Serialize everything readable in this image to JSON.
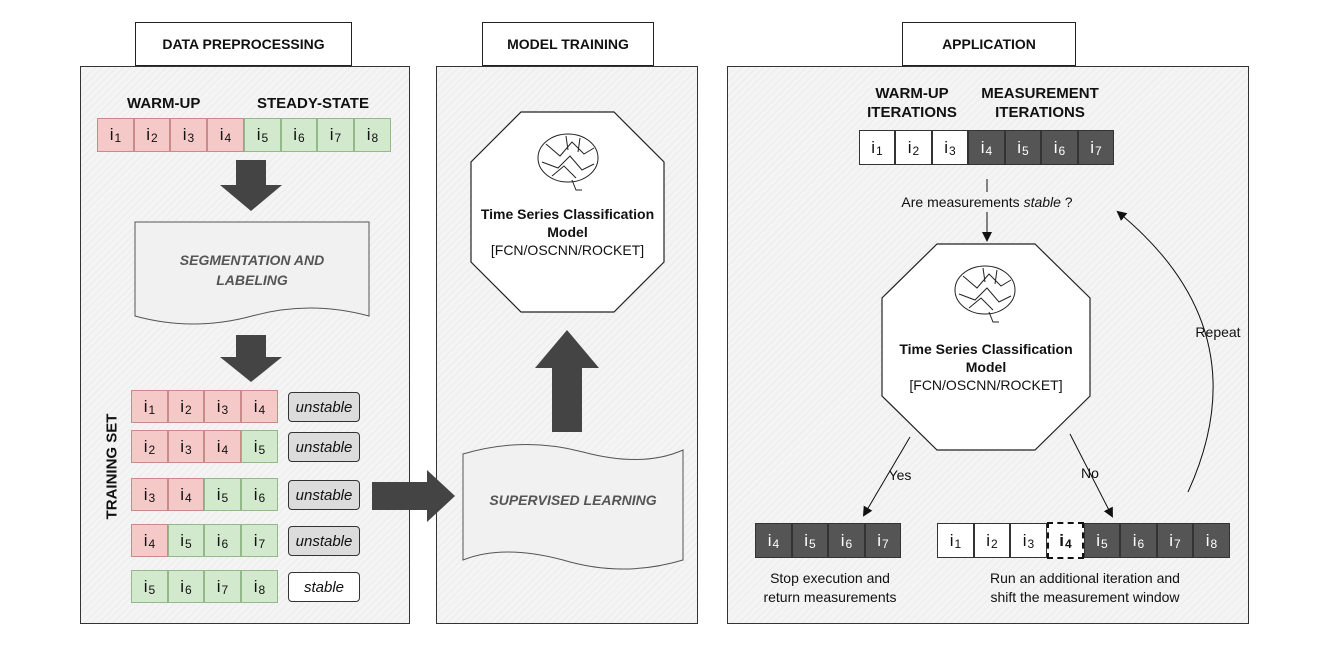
{
  "sections": {
    "preprocessing_title": "DATA PREPROCESSING",
    "training_title": "MODEL TRAINING",
    "application_title": "APPLICATION"
  },
  "preprocessing": {
    "warmup_label": "WARM-UP",
    "steady_label": "STEADY-STATE",
    "segmentation_label_1": "SEGMENTATION AND",
    "segmentation_label_2": "LABELING",
    "training_set_label": "TRAINING SET",
    "unstable": "unstable",
    "stable": "stable"
  },
  "training": {
    "supervised_label": "SUPERVISED LEARNING",
    "model_title_1": "Time Series Classification",
    "model_title_2": "Model",
    "model_variants": "[FCN/OSCNN/ROCKET]"
  },
  "application": {
    "warmup_iter_1": "WARM-UP",
    "warmup_iter_2": "ITERATIONS",
    "measure_iter_1": "MEASUREMENT",
    "measure_iter_2": "ITERATIONS",
    "question_prefix": "Are measurements ",
    "question_emph": "stable",
    "question_suffix": " ?",
    "model_title_1": "Time Series Classification",
    "model_title_2": "Model",
    "model_variants": "[FCN/OSCNN/ROCKET]",
    "yes_label": "Yes",
    "no_label": "No",
    "repeat_label": "Repeat",
    "stop_text_1": "Stop execution and",
    "stop_text_2": "return measurements",
    "run_text_1": "Run an additional iteration and",
    "run_text_2": "shift the measurement window"
  },
  "iteration_letter": "i",
  "colors": {
    "unstable_warmup": "#f6c9c9",
    "steady_state": "#d3e9cd",
    "measurement": "#555555",
    "label_grey": "#dcdcdc"
  }
}
